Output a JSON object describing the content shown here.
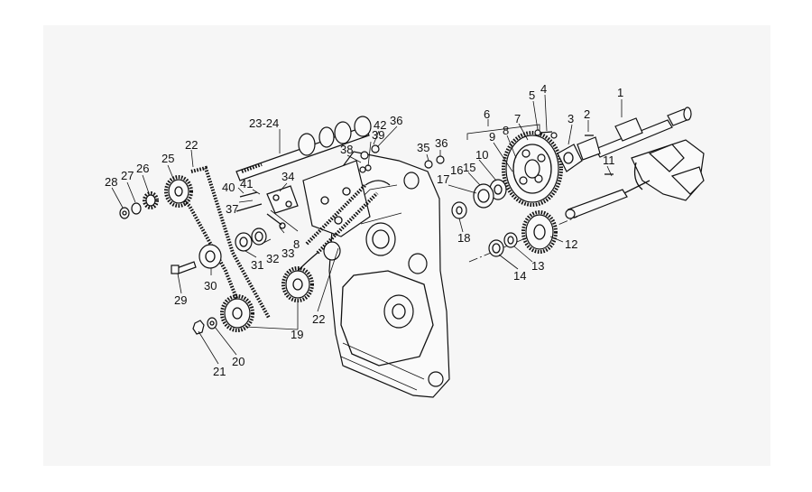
{
  "diagram": {
    "callouts": [
      {
        "id": "c1",
        "label": "1"
      },
      {
        "id": "c2",
        "label": "2"
      },
      {
        "id": "c3",
        "label": "3"
      },
      {
        "id": "c4",
        "label": "4"
      },
      {
        "id": "c5",
        "label": "5"
      },
      {
        "id": "c6",
        "label": "6"
      },
      {
        "id": "c7",
        "label": "7"
      },
      {
        "id": "c8a",
        "label": "8"
      },
      {
        "id": "c9",
        "label": "9"
      },
      {
        "id": "c10",
        "label": "10"
      },
      {
        "id": "c11",
        "label": "11"
      },
      {
        "id": "c12",
        "label": "12"
      },
      {
        "id": "c13",
        "label": "13"
      },
      {
        "id": "c14",
        "label": "14"
      },
      {
        "id": "c15",
        "label": "15"
      },
      {
        "id": "c16",
        "label": "16"
      },
      {
        "id": "c17",
        "label": "17"
      },
      {
        "id": "c18",
        "label": "18"
      },
      {
        "id": "c19",
        "label": "19"
      },
      {
        "id": "c20",
        "label": "20"
      },
      {
        "id": "c21",
        "label": "21"
      },
      {
        "id": "c22a",
        "label": "22"
      },
      {
        "id": "c22b",
        "label": "22"
      },
      {
        "id": "c2324",
        "label": "23-24"
      },
      {
        "id": "c25",
        "label": "25"
      },
      {
        "id": "c26",
        "label": "26"
      },
      {
        "id": "c27",
        "label": "27"
      },
      {
        "id": "c28",
        "label": "28"
      },
      {
        "id": "c29",
        "label": "29"
      },
      {
        "id": "c30",
        "label": "30"
      },
      {
        "id": "c31",
        "label": "31"
      },
      {
        "id": "c32",
        "label": "32"
      },
      {
        "id": "c33",
        "label": "33"
      },
      {
        "id": "c34",
        "label": "34"
      },
      {
        "id": "c8b",
        "label": "8"
      },
      {
        "id": "c35",
        "label": "35"
      },
      {
        "id": "c36a",
        "label": "36"
      },
      {
        "id": "c36b",
        "label": "36"
      },
      {
        "id": "c37",
        "label": "37"
      },
      {
        "id": "c38",
        "label": "38"
      },
      {
        "id": "c39",
        "label": "39"
      },
      {
        "id": "c40",
        "label": "40"
      },
      {
        "id": "c41",
        "label": "41"
      },
      {
        "id": "c42",
        "label": "42"
      }
    ]
  }
}
